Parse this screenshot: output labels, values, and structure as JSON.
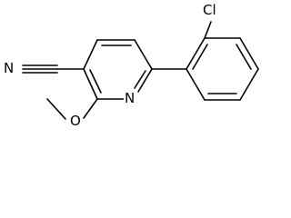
{
  "molecule": {
    "atoms": {
      "nitrile_n": "N",
      "ring_n": "N",
      "ether_o": "O",
      "chlorine": "Cl"
    }
  },
  "colors": {
    "bond": "#000000",
    "text": "#000000",
    "background": "#ffffff"
  }
}
